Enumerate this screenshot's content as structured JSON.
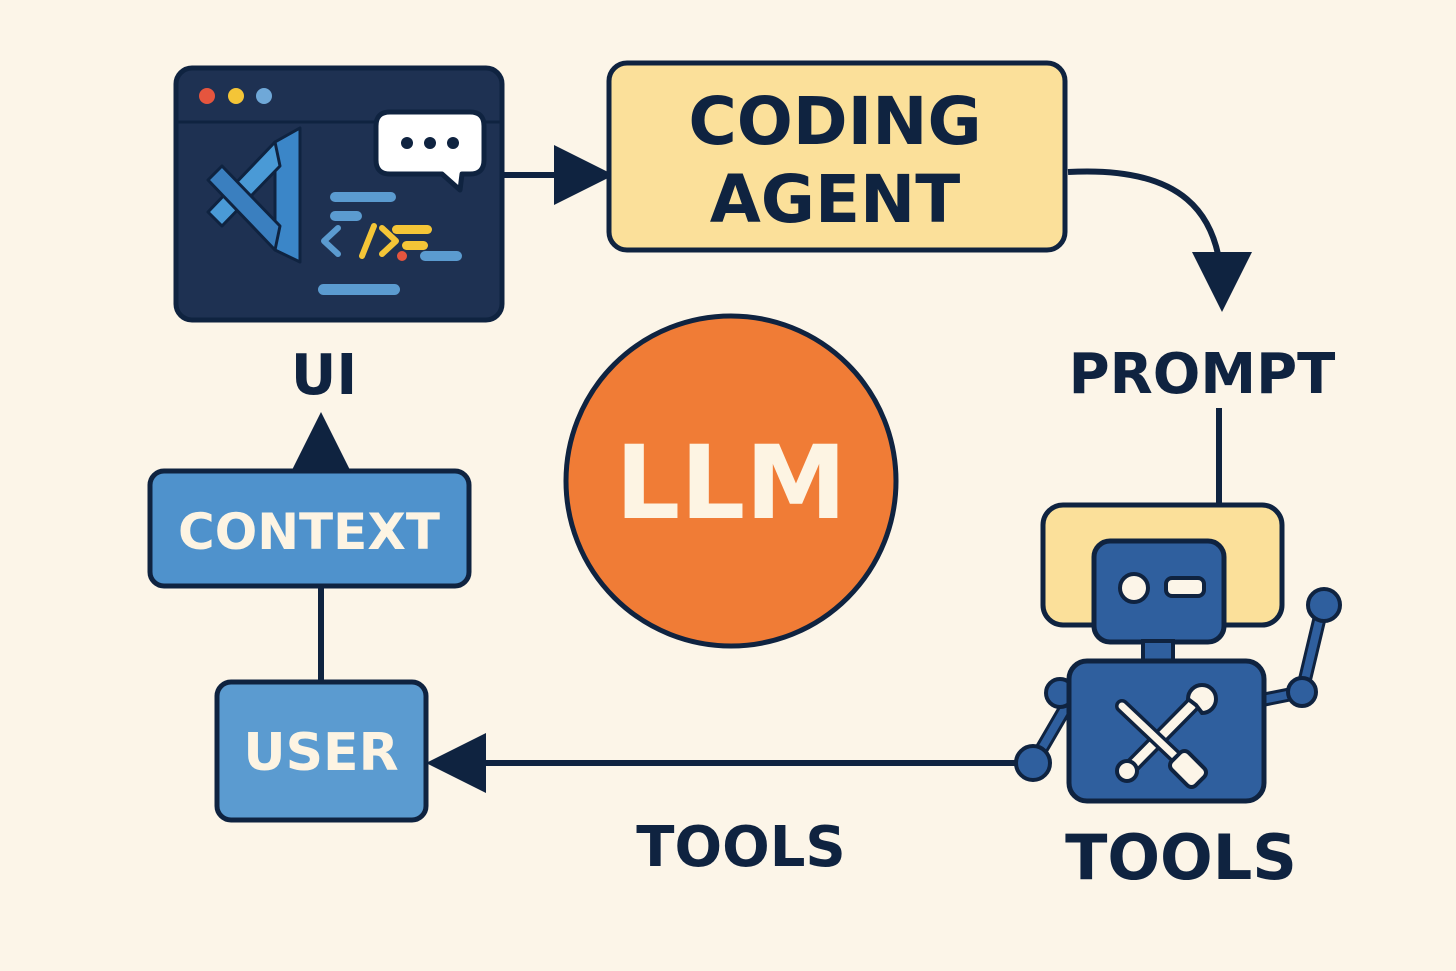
{
  "nodes": {
    "ui": {
      "label": "UI"
    },
    "coding_agent": {
      "line1": "CODING",
      "line2": "AGENT"
    },
    "prompt": {
      "label": "PROMPT"
    },
    "llm": {
      "label": "LLM"
    },
    "context": {
      "label": "CONTEXT"
    },
    "user": {
      "label": "USER"
    },
    "tools_robot": {
      "label": "TOOLS"
    },
    "tools_edge": {
      "label": "TOOLS"
    }
  },
  "ui_window": {
    "code_glyph": "</>",
    "chat_glyph": "•••"
  },
  "colors": {
    "background": "#fcf5e8",
    "outline": "#0f2340",
    "navy": "#1e3152",
    "agent_yellow": "#fbe09a",
    "llm_orange": "#f07c36",
    "context_blue": "#4f92cc",
    "user_blue": "#5b9bd0",
    "robot_blue": "#2f5f9e"
  }
}
